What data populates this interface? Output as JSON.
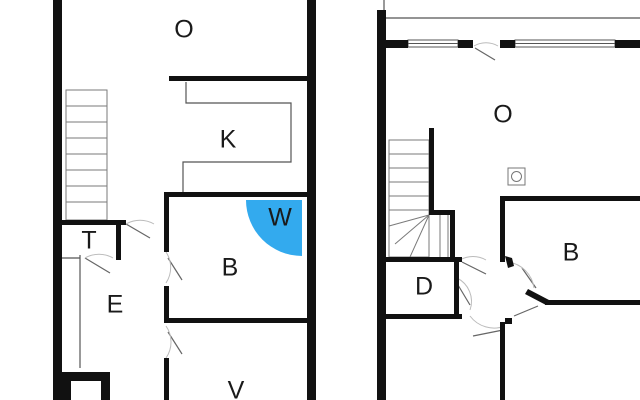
{
  "floorplan": {
    "accent_color": "#33aaee",
    "wall_color": "#111111",
    "left_floor": {
      "rooms": {
        "o": "O",
        "k": "K",
        "w": "W",
        "t": "T",
        "b": "B",
        "e": "E",
        "v": "V"
      }
    },
    "right_floor": {
      "rooms": {
        "o": "O",
        "b": "B",
        "d": "D"
      }
    }
  }
}
